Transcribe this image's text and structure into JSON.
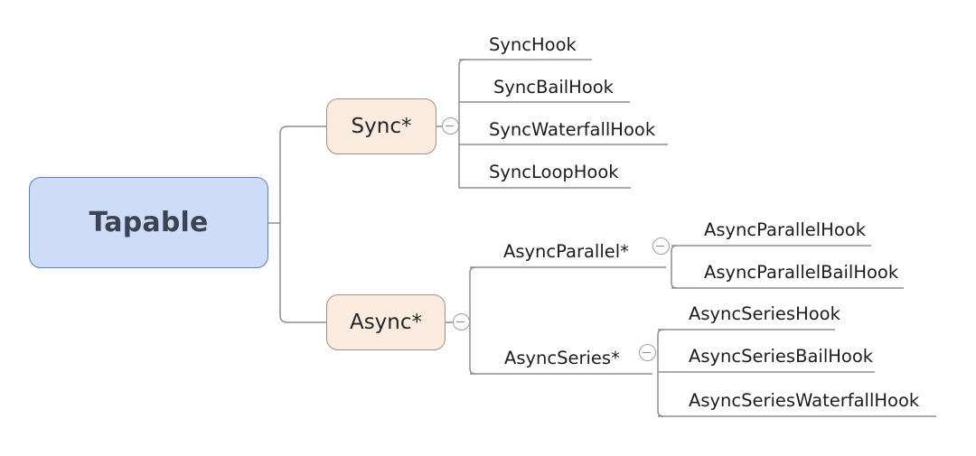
{
  "diagram": {
    "type": "mind-map",
    "title": "Tapable",
    "background": "#ffffff",
    "colors": {
      "root_fill": "#cfdcf8",
      "root_stroke": "#5d7fc0",
      "branch_fill": "#fbecdf",
      "branch_stroke": "#9a938b",
      "wire": "#8e8e8e",
      "text": "#1c1c1f",
      "root_text": "#3c4454"
    }
  },
  "root": {
    "label": "Tapable"
  },
  "branches": [
    {
      "label": "Sync*",
      "collapse_icon": "collapse-minus-icon",
      "children": [
        {
          "label": "SyncHook"
        },
        {
          "label": "SyncBailHook"
        },
        {
          "label": "SyncWaterfallHook"
        },
        {
          "label": "SyncLoopHook"
        }
      ]
    },
    {
      "label": "Async*",
      "collapse_icon": "collapse-minus-icon",
      "groups": [
        {
          "label": "AsyncParallel*",
          "collapse_icon": "collapse-minus-icon",
          "children": [
            {
              "label": "AsyncParallelHook"
            },
            {
              "label": "AsyncParallelBailHook"
            }
          ]
        },
        {
          "label": "AsyncSeries*",
          "collapse_icon": "collapse-minus-icon",
          "children": [
            {
              "label": "AsyncSeriesHook"
            },
            {
              "label": "AsyncSeriesBailHook"
            },
            {
              "label": "AsyncSeriesWaterfallHook"
            }
          ]
        }
      ]
    }
  ]
}
